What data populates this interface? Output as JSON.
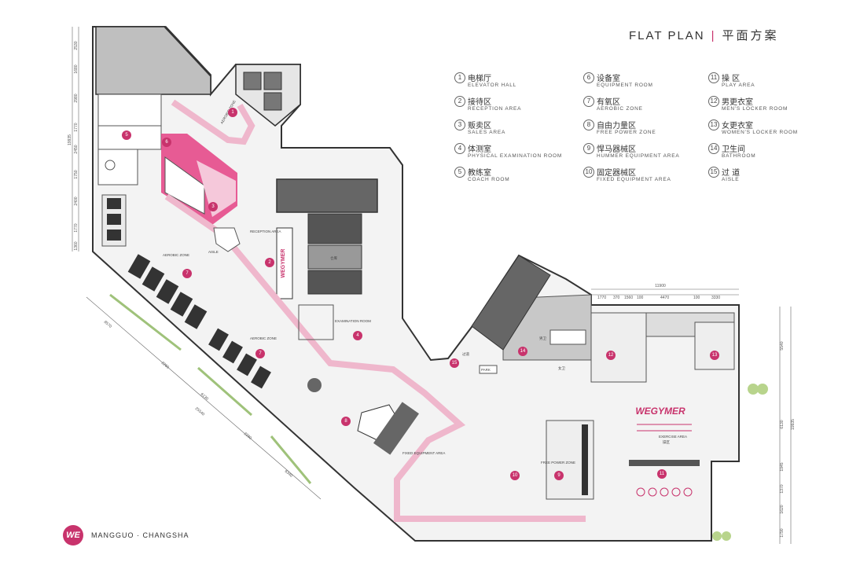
{
  "header": {
    "title_en": "FLAT PLAN",
    "divider": "|",
    "title_cn": "平面方案"
  },
  "legend": [
    {
      "num": "1",
      "cn": "电梯厅",
      "en": "ELEVATOR HALL"
    },
    {
      "num": "2",
      "cn": "接待区",
      "en": "RECEPTION AREA"
    },
    {
      "num": "3",
      "cn": "贩卖区",
      "en": "SALES AREA"
    },
    {
      "num": "4",
      "cn": "体测室",
      "en": "PHYSICAL EXAMINATION ROOM"
    },
    {
      "num": "5",
      "cn": "教练室",
      "en": "COACH ROOM"
    },
    {
      "num": "6",
      "cn": "设备室",
      "en": "EQUIPMENT ROOM"
    },
    {
      "num": "7",
      "cn": "有氧区",
      "en": "AEROBIC ZONE"
    },
    {
      "num": "8",
      "cn": "自由力量区",
      "en": "FREE POWER ZONE"
    },
    {
      "num": "9",
      "cn": "悍马器械区",
      "en": "HUMMER EQUIPMENT AREA"
    },
    {
      "num": "10",
      "cn": "固定器械区",
      "en": "FIXED EQUIPMENT AREA"
    },
    {
      "num": "11",
      "cn": "操 区",
      "en": "PLAY AREA"
    },
    {
      "num": "12",
      "cn": "男更衣室",
      "en": "MEN'S LOCKER ROOM"
    },
    {
      "num": "13",
      "cn": "女更衣室",
      "en": "WOMEN'S LOCKER ROOM"
    },
    {
      "num": "14",
      "cn": "卫生间",
      "en": "BATHROOM"
    },
    {
      "num": "15",
      "cn": "过 道",
      "en": "AISLE"
    }
  ],
  "footer": {
    "logo": "WE",
    "location": "MANGGUO · CHANGSHA"
  },
  "plan": {
    "brand_wall": "WEGYMER",
    "brand_vertical": "WEGYMER",
    "dims_left": [
      "2530",
      "1680",
      "2980",
      "1770",
      "2450",
      "1750",
      "2400",
      "1770",
      "1360"
    ],
    "dim_left_total": "19935",
    "dims_diag": [
      "8570",
      "2260",
      "6130",
      "25540",
      "2280",
      "6340"
    ],
    "dims_top": [
      "1770",
      "370",
      "1560",
      "100",
      "4470",
      "100",
      "3330"
    ],
    "dim_top_total": "11900",
    "dims_right": [
      "5540",
      "6130",
      "1945",
      "1370",
      "1620",
      "1790"
    ],
    "dim_right_total": "19935",
    "room_labels": {
      "aerobic_zone_top": "AEROBIC ZONE",
      "reception_area": "RECEPTION AREA",
      "aerobic_zone_mid": "AEROBIC ZONE",
      "aerobic_zone_low": "AEROBIC ZONE",
      "fixed_equipment_area": "FIXED EQUIPMENT AREA",
      "free_power_zone": "FREE POWER ZONE",
      "exercise_area": "EXERCISE AREA",
      "examination_room": "EXAMINATION ROOM",
      "aisle": "AISLE",
      "park": "PARK",
      "cn_exercise": "操区",
      "cn_storage": "仓库",
      "cn_men": "男卫",
      "cn_women": "女卫",
      "cn_aisle": "过道"
    },
    "markers": [
      "1",
      "2",
      "3",
      "4",
      "5",
      "6",
      "7",
      "7",
      "8",
      "9",
      "10",
      "11",
      "12",
      "13",
      "14",
      "15"
    ]
  }
}
